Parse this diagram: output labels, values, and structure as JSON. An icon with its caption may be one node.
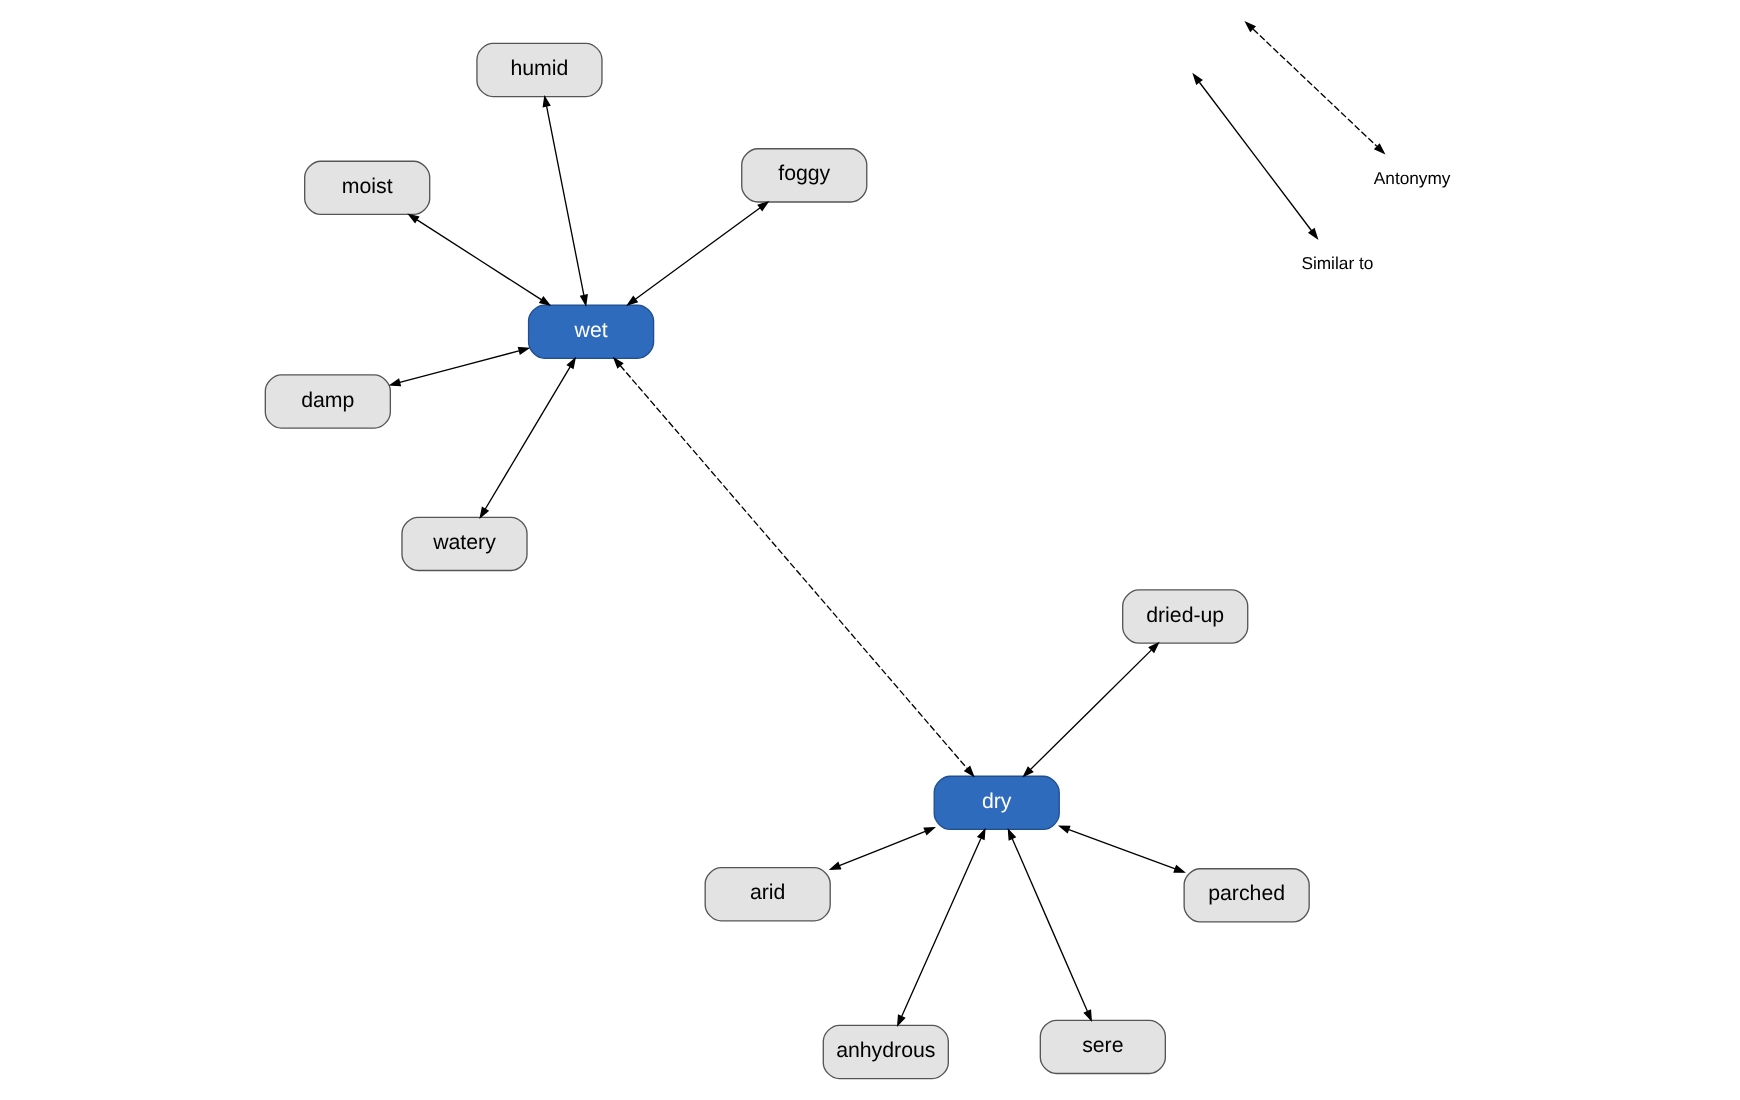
{
  "diagram": {
    "nodes": [
      {
        "text": [
          "wet"
        ]
      },
      {
        "text": [
          "watery"
        ]
      },
      {
        "text": [
          "damp"
        ]
      },
      {
        "text": [
          "moist"
        ]
      },
      {
        "text": [
          "humid"
        ]
      },
      {
        "text": [
          "foggy"
        ]
      },
      {
        "text": [
          "dry"
        ]
      },
      {
        "text": [
          "parched"
        ]
      },
      {
        "text": [
          "arid"
        ]
      },
      {
        "text": [
          "anhydrous"
        ]
      },
      {
        "text": [
          "sere"
        ]
      },
      {
        "text": [
          "dried-up"
        ]
      }
    ],
    "edges": [
      {
        "from": 0,
        "to": 1,
        "arrow": "both"
      },
      {
        "from": 0,
        "to": 2,
        "arrow": "both"
      },
      {
        "from": 0,
        "to": 3,
        "arrow": "both"
      },
      {
        "from": 0,
        "to": 4,
        "arrow": "both"
      },
      {
        "from": 0,
        "to": 5,
        "arrow": "both"
      },
      {
        "from": 0,
        "to": 6,
        "arrow": "both",
        "style": "dashed"
      },
      {
        "from": 6,
        "to": 7,
        "arrow": "both"
      },
      {
        "from": 6,
        "to": 8,
        "arrow": "both"
      },
      {
        "from": 6,
        "to": 9,
        "arrow": "both"
      },
      {
        "from": 6,
        "to": 10,
        "arrow": "both"
      },
      {
        "from": 6,
        "to": 11,
        "arrow": "both"
      }
    ],
    "legend": [
      {
        "text": "Similar to"
      },
      {
        "text": "Antonymy"
      }
    ]
  }
}
